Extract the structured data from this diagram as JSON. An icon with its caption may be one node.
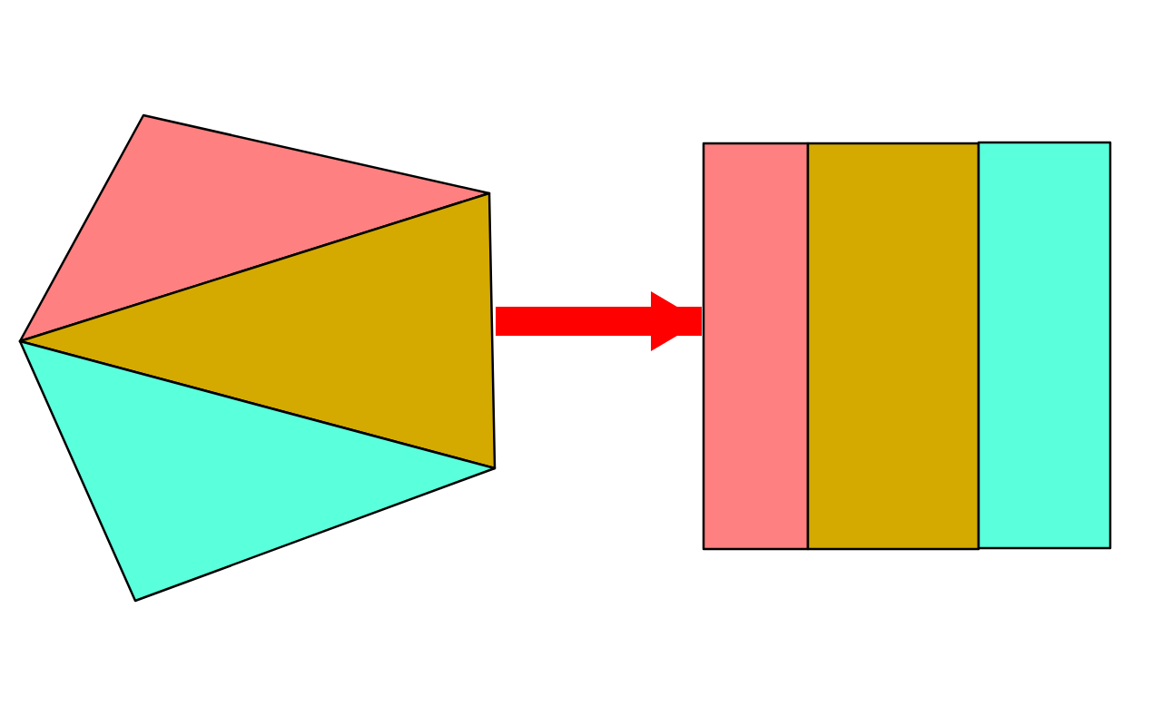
{
  "diagram": {
    "nodes": [
      {
        "text": [],
        "shape": "picture"
      },
      {
        "text": [],
        "shape": "picture"
      }
    ],
    "edges": [
      {
        "from": 0,
        "to": 1,
        "arrow": "to",
        "color": "#ff0000"
      }
    ]
  }
}
